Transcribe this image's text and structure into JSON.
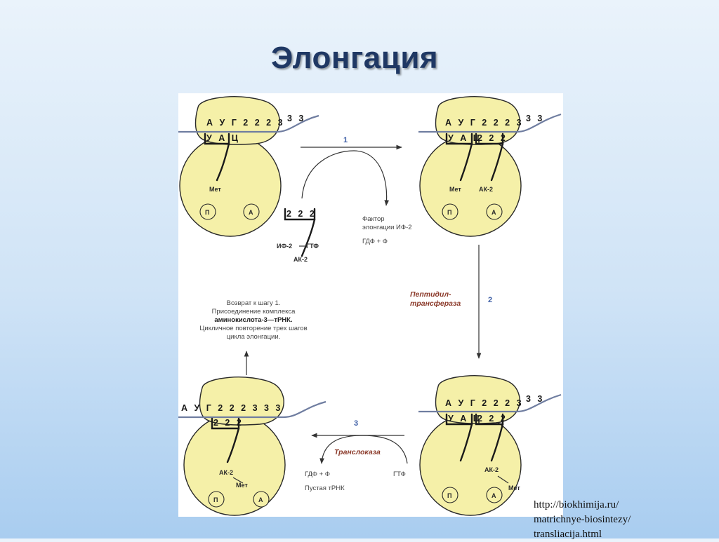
{
  "slide": {
    "title": "Элонгация"
  },
  "diagram": {
    "top_left": {
      "mrna_codons": "А У Г 2 2 2 3",
      "mrna_tail": "3 3",
      "anticodon": "У А Ц",
      "amino_acid": "Мет",
      "site_p": "П",
      "site_a": "А"
    },
    "top_right": {
      "mrna_codons": "А У Г 2 2 2 3",
      "mrna_tail": "3 3",
      "anticodon_1": "У А Ц",
      "anticodon_2": "2 2 2",
      "amino_acid_1": "Мет",
      "amino_acid_2": "АК-2",
      "site_p": "П",
      "site_a": "А"
    },
    "bottom_right": {
      "mrna_codons": "А У Г 2 2 2 3",
      "mrna_tail": "3 3",
      "anticodon_1": "У А Ц",
      "anticodon_2": "2 2 2",
      "amino_acid_1": "АК-2",
      "amino_acid_2": "Мет",
      "site_p": "П",
      "site_a": "А"
    },
    "bottom_left": {
      "mrna_codons": "А У Г 2 2 2 3 3 3",
      "anticodon": "2 2 2",
      "amino_acid_1": "АК-2",
      "amino_acid_2": "Мет",
      "site_p": "П",
      "site_a": "А"
    },
    "complex": {
      "anticodon": "2 2 2",
      "factor": "ИФ-2",
      "gtp": "ГТФ",
      "amino_acid": "АК-2"
    },
    "step1": {
      "number": "1",
      "factor_line1": "Фактор",
      "factor_line2": "элонгации ИФ-2",
      "products": "ГДФ + Ф"
    },
    "step2": {
      "number": "2",
      "enzyme_line1": "Пептидил-",
      "enzyme_line2": "трансфераза"
    },
    "step3": {
      "number": "3",
      "enzyme": "Транслоказа",
      "gtp": "ГТФ",
      "products": "ГДФ + Ф",
      "empty_trna": "Пустая тРНК"
    },
    "return_note": {
      "line1": "Возврат к шагу 1.",
      "line2": "Присоединение комплекса",
      "line3": "аминокислота-3—тРНК.",
      "line4": "Цикличное повторение трех шагов",
      "line5": "цикла элонгации."
    }
  },
  "source": {
    "line1": "http://biokhimija.ru/",
    "line2": "matrichnye-biosintezy/",
    "line3": "transliacija.html"
  },
  "colors": {
    "title": "#1f3864",
    "ribosome_fill": "#f5f0a8",
    "mrna_strand": "#6f7da0",
    "enzyme_label": "#8b3a2a",
    "step_number": "#3d5ea6"
  }
}
